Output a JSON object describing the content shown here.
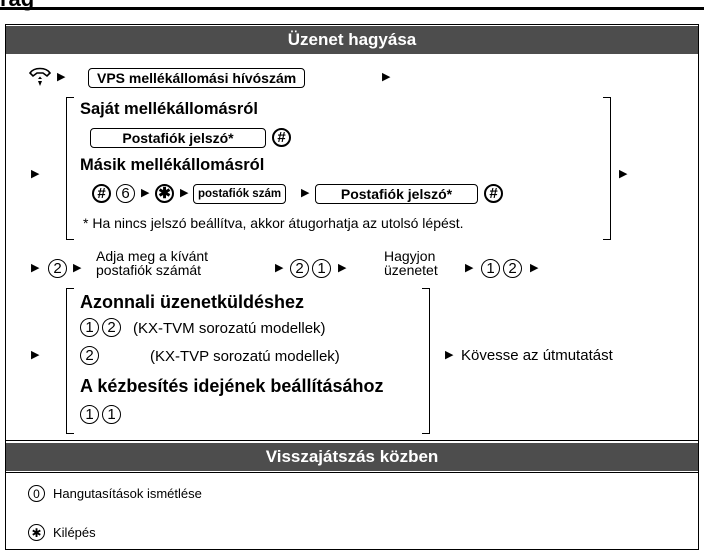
{
  "page": {
    "clipped_heading": "rag",
    "leave_msg_title": "Üzenet hagyása",
    "playback_title": "Visszajátszás közben"
  },
  "icons": {
    "arrow": "▶",
    "hash": "#",
    "star": "✱",
    "handset": "handset-icon"
  },
  "keys": {
    "vps_number": "VPS mellékállomási hívószám",
    "mailbox_password": "Postafiók jelszó*",
    "mailbox_number": "postafiók szám"
  },
  "own_ext": {
    "heading": "Saját mellékállomásról"
  },
  "other_ext": {
    "heading": "Másik mellékállomásról",
    "digit_6": "6"
  },
  "note": "* Ha nincs jelszó beállítva, akkor átugorhatja az utolsó lépést.",
  "step2": {
    "d2": "2",
    "enter_line1": "Adja meg a kívánt",
    "enter_line2": "postafiók számát",
    "d2b": "2",
    "d1": "1",
    "leave_line1": "Hagyjon",
    "leave_line2": "üzenetet",
    "d1b": "1",
    "d2c": "2"
  },
  "options": {
    "immediate_heading": "Azonnali üzenetküldéshez",
    "tvm_d1": "1",
    "tvm_d2": "2",
    "tvm_label": "(KX-TVM sorozatú modellek)",
    "tvp_d2": "2",
    "tvp_label": "(KX-TVP sorozatú modellek)",
    "schedule_heading": "A kézbesítés idejének beállításához",
    "sched_d1": "1",
    "sched_d1b": "1",
    "follow": "Kövesse az útmutatást"
  },
  "playback": [
    {
      "key": "0",
      "label": "Hangutasítások ismétlése"
    },
    {
      "key": "✱",
      "label": "Kilépés"
    }
  ]
}
